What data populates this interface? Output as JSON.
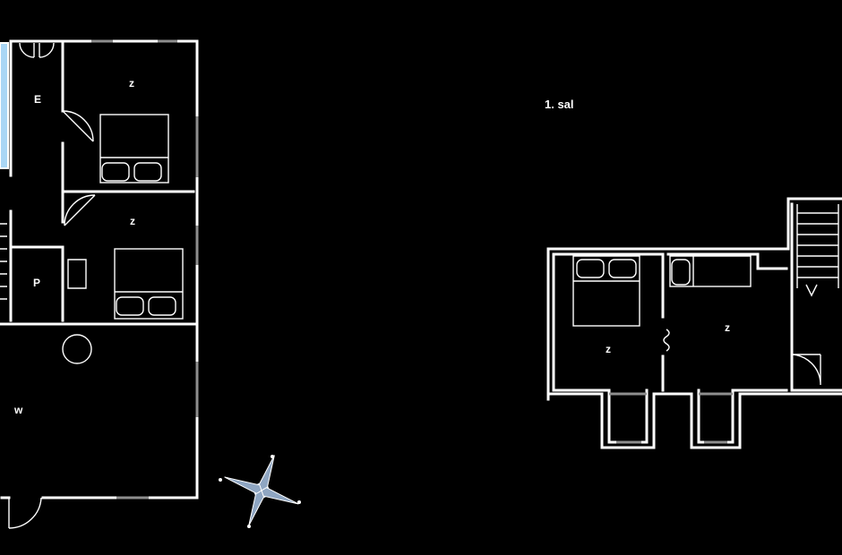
{
  "plan": {
    "floor_label": "1. sal",
    "ground_floor": {
      "rooms": [
        {
          "id": "entry",
          "label": "E"
        },
        {
          "id": "bedroom-upper",
          "label": "z"
        },
        {
          "id": "bedroom-middle",
          "label": "z"
        },
        {
          "id": "utility",
          "label": "P"
        },
        {
          "id": "living",
          "label": "w"
        }
      ]
    },
    "first_floor": {
      "rooms": [
        {
          "id": "bedroom-left",
          "label": "z"
        },
        {
          "id": "bedroom-right",
          "label": "z"
        }
      ]
    },
    "colors": {
      "background": "#000000",
      "walls": "#ffffff",
      "windows": "#8e8e8e",
      "glass": "#a9d6f5"
    }
  }
}
